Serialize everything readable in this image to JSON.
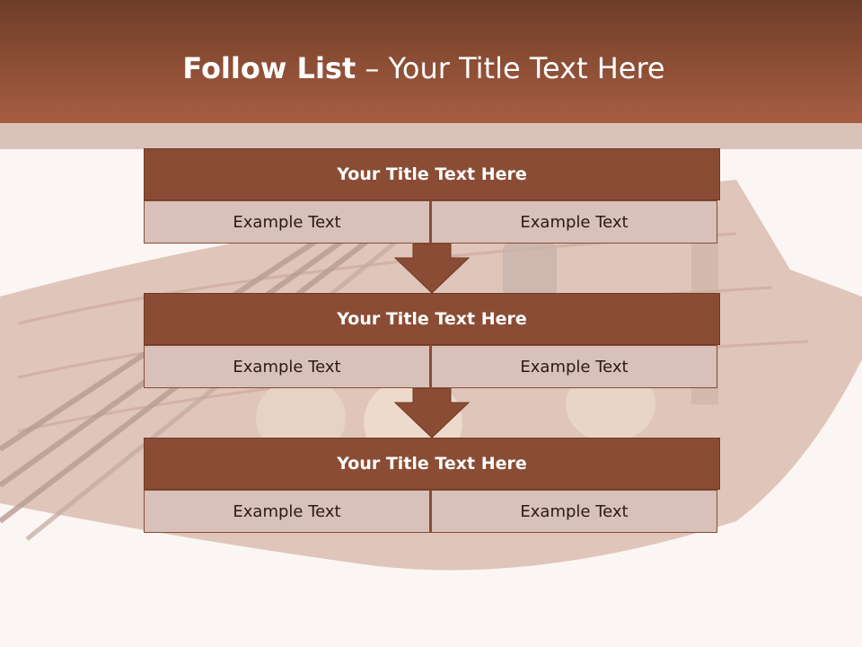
{
  "title": {
    "bold": "Follow List",
    "rest": " – Your Title Text Here"
  },
  "steps": [
    {
      "title": "Your Title Text Here",
      "left": "Example Text",
      "right": "Example Text"
    },
    {
      "title": "Your Title Text Here",
      "left": "Example Text",
      "right": "Example Text"
    },
    {
      "title": "Your Title Text Here",
      "left": "Example Text",
      "right": "Example Text"
    }
  ],
  "colors": {
    "header": "#8e4f36",
    "block_title": "#8b4c35",
    "block_cell": "#d7c1ba",
    "arrow": "#8b4c35"
  }
}
